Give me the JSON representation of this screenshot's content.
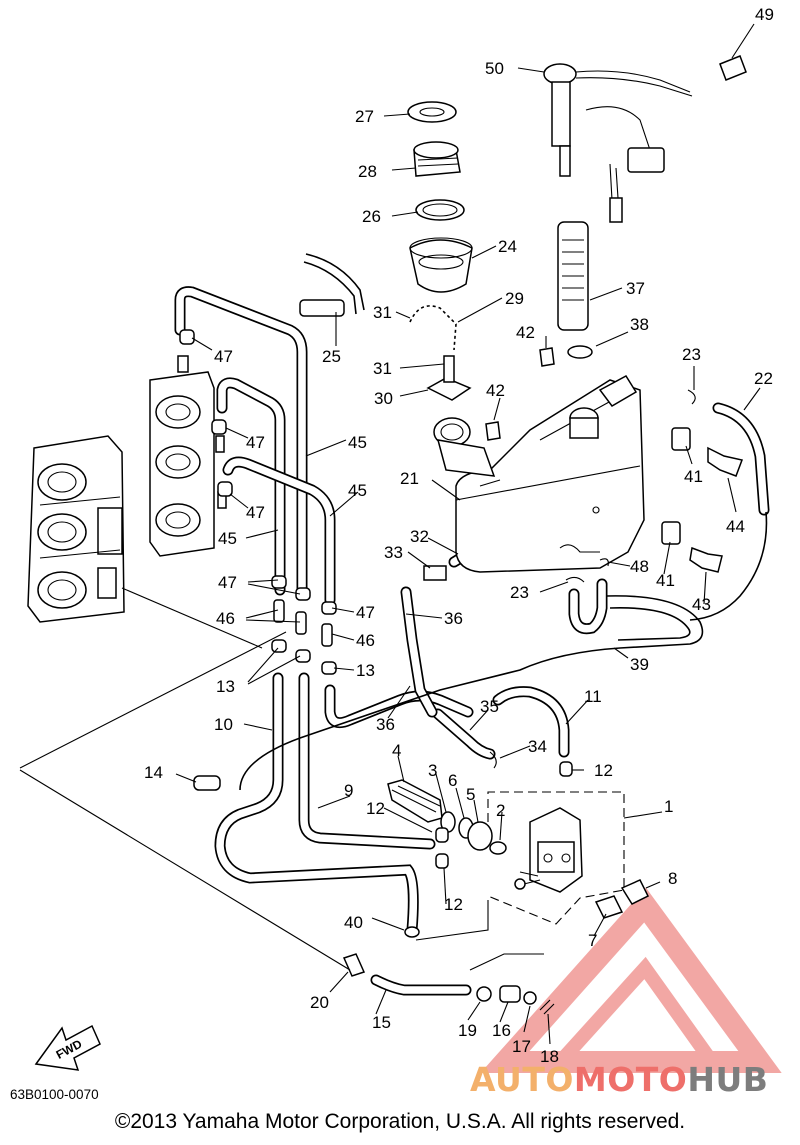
{
  "diagram": {
    "code": "63B0100-0070",
    "copyright": "©2013 Yamaha Motor Corporation, U.S.A. All rights reserved.",
    "fwd_label": "FWD",
    "callouts": [
      {
        "id": "c49",
        "label": "49"
      },
      {
        "id": "c50",
        "label": "50"
      },
      {
        "id": "c27",
        "label": "27"
      },
      {
        "id": "c28",
        "label": "28"
      },
      {
        "id": "c26",
        "label": "26"
      },
      {
        "id": "c24",
        "label": "24"
      },
      {
        "id": "c29",
        "label": "29"
      },
      {
        "id": "c37",
        "label": "37"
      },
      {
        "id": "c25",
        "label": "25"
      },
      {
        "id": "c31a",
        "label": "31"
      },
      {
        "id": "c31b",
        "label": "31"
      },
      {
        "id": "c42a",
        "label": "42"
      },
      {
        "id": "c38",
        "label": "38"
      },
      {
        "id": "c23a",
        "label": "23"
      },
      {
        "id": "c47a",
        "label": "47"
      },
      {
        "id": "c30",
        "label": "30"
      },
      {
        "id": "c42b",
        "label": "42"
      },
      {
        "id": "c22",
        "label": "22"
      },
      {
        "id": "c47b",
        "label": "47"
      },
      {
        "id": "c45a",
        "label": "45"
      },
      {
        "id": "c21",
        "label": "21"
      },
      {
        "id": "c41a",
        "label": "41"
      },
      {
        "id": "c44",
        "label": "44"
      },
      {
        "id": "c47c",
        "label": "47"
      },
      {
        "id": "c45b",
        "label": "45"
      },
      {
        "id": "c45c",
        "label": "45"
      },
      {
        "id": "c32",
        "label": "32"
      },
      {
        "id": "c33",
        "label": "33"
      },
      {
        "id": "c41b",
        "label": "41"
      },
      {
        "id": "c48",
        "label": "48"
      },
      {
        "id": "c47d",
        "label": "47"
      },
      {
        "id": "c23b",
        "label": "23"
      },
      {
        "id": "c43",
        "label": "43"
      },
      {
        "id": "c46a",
        "label": "46"
      },
      {
        "id": "c47e",
        "label": "47"
      },
      {
        "id": "c36a",
        "label": "36"
      },
      {
        "id": "c46b",
        "label": "46"
      },
      {
        "id": "c39",
        "label": "39"
      },
      {
        "id": "c13a",
        "label": "13"
      },
      {
        "id": "c13b",
        "label": "13"
      },
      {
        "id": "c11",
        "label": "11"
      },
      {
        "id": "c35",
        "label": "35"
      },
      {
        "id": "c10",
        "label": "10"
      },
      {
        "id": "c36b",
        "label": "36"
      },
      {
        "id": "c34",
        "label": "34"
      },
      {
        "id": "c4",
        "label": "4"
      },
      {
        "id": "c3",
        "label": "3"
      },
      {
        "id": "c14",
        "label": "14"
      },
      {
        "id": "c12a",
        "label": "12"
      },
      {
        "id": "c6",
        "label": "6"
      },
      {
        "id": "c5",
        "label": "5"
      },
      {
        "id": "c9",
        "label": "9"
      },
      {
        "id": "c1",
        "label": "1"
      },
      {
        "id": "c2",
        "label": "2"
      },
      {
        "id": "c12b",
        "label": "12"
      },
      {
        "id": "c8",
        "label": "8"
      },
      {
        "id": "c12c",
        "label": "12"
      },
      {
        "id": "c40",
        "label": "40"
      },
      {
        "id": "c7",
        "label": "7"
      },
      {
        "id": "c20",
        "label": "20"
      },
      {
        "id": "c15",
        "label": "15"
      },
      {
        "id": "c19",
        "label": "19"
      },
      {
        "id": "c16",
        "label": "16"
      },
      {
        "id": "c17",
        "label": "17"
      },
      {
        "id": "c18",
        "label": "18"
      }
    ]
  },
  "watermark": {
    "part1": "AUTO",
    "part2": "MOTO",
    "part3": "HUB",
    "color_auto": "#f3b06b",
    "color_moto": "#ee6f6a",
    "color_hub": "#7d7d7d"
  }
}
